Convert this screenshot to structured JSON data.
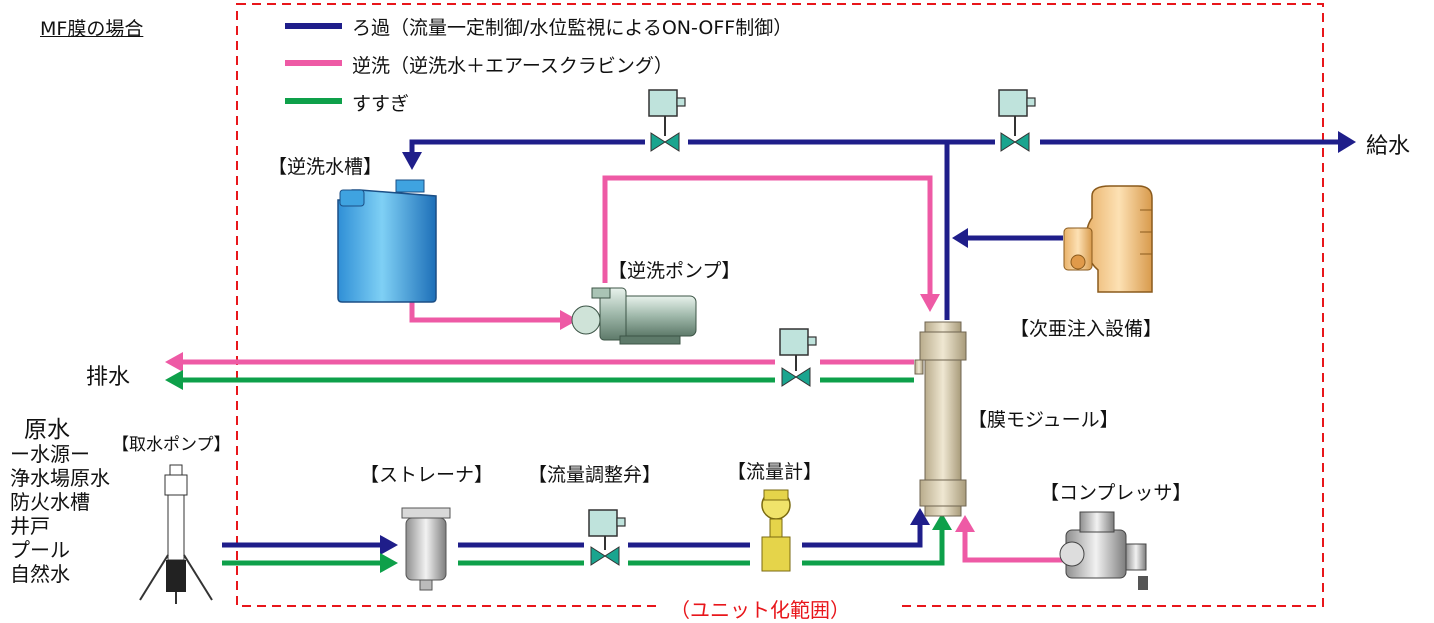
{
  "title": "MF膜の場合",
  "legend": [
    {
      "label": "ろ過（流量一定制御/水位監視によるON-OFF制御）",
      "color": "#1f1e8a"
    },
    {
      "label": "逆洗（逆洗水＋エアースクラビング）",
      "color": "#ee5aa5"
    },
    {
      "label": "すすぎ",
      "color": "#0ea04a"
    }
  ],
  "outputs": {
    "supply": "給水",
    "drain": "排水"
  },
  "raw_water": {
    "heading": "原水",
    "sub": "ー水源ー",
    "items": [
      "浄水場原水",
      "防火水槽",
      "井戸",
      "プール",
      "自然水"
    ]
  },
  "components": {
    "intake_pump": "【取水ポンプ】",
    "strainer": "【ストレーナ】",
    "flow_valve": "【流量調整弁】",
    "flow_meter": "【流量計】",
    "membrane": "【膜モジュール】",
    "compressor": "【コンプレッサ】",
    "backwash_tank": "【逆洗水槽】",
    "backwash_pump": "【逆洗ポンプ】",
    "chlorine": "【次亜注入設備】"
  },
  "unit_scope": "（ユニット化範囲）"
}
